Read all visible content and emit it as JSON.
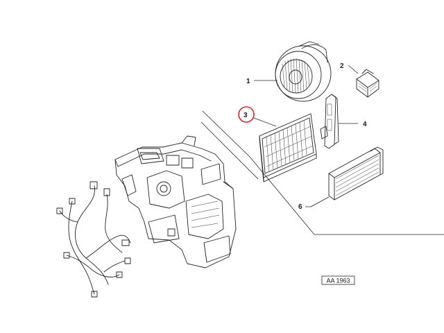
{
  "callouts": [
    {
      "id": "1",
      "label": "1",
      "highlighted": false
    },
    {
      "id": "2",
      "label": "2",
      "highlighted": false
    },
    {
      "id": "3",
      "label": "3",
      "highlighted": true
    },
    {
      "id": "4",
      "label": "4",
      "highlighted": false
    },
    {
      "id": "6",
      "label": "6",
      "highlighted": false
    }
  ],
  "reference_code": "AA 1963",
  "colors": {
    "highlight_circle": "#d9232a",
    "line_art": "#222222",
    "background": "#ffffff"
  }
}
